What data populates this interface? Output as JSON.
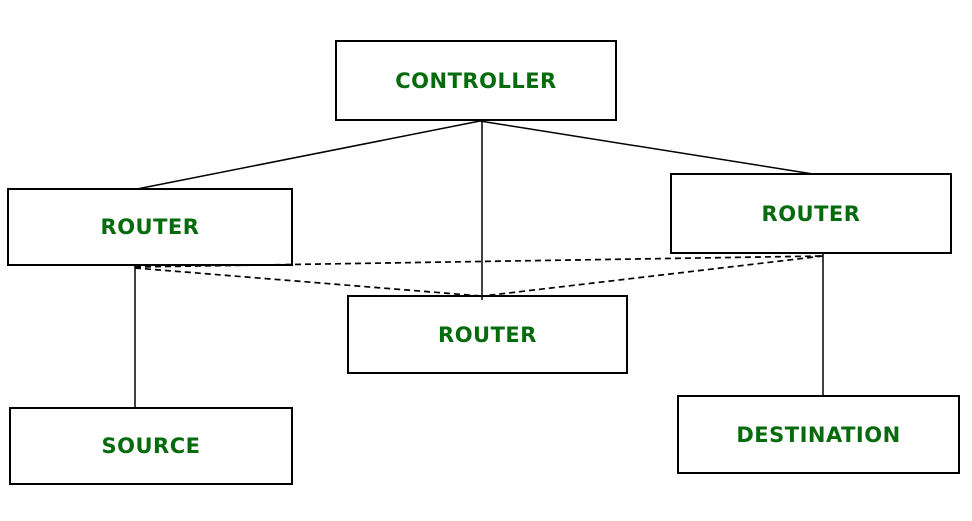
{
  "diagram": {
    "type": "network-topology",
    "nodes": {
      "controller": {
        "label": "CONTROLLER"
      },
      "router_left": {
        "label": "ROUTER"
      },
      "router_middle": {
        "label": "ROUTER"
      },
      "router_right": {
        "label": "ROUTER"
      },
      "source": {
        "label": "SOURCE"
      },
      "destination": {
        "label": "DESTINATION"
      }
    },
    "edges": [
      {
        "from": "controller",
        "to": "router_left",
        "style": "solid"
      },
      {
        "from": "controller",
        "to": "router_middle",
        "style": "solid"
      },
      {
        "from": "controller",
        "to": "router_right",
        "style": "solid"
      },
      {
        "from": "router_left",
        "to": "source",
        "style": "solid"
      },
      {
        "from": "router_right",
        "to": "destination",
        "style": "solid"
      },
      {
        "from": "router_left",
        "to": "router_right",
        "style": "dashed"
      },
      {
        "from": "router_left",
        "to": "router_middle",
        "style": "dashed"
      },
      {
        "from": "router_right",
        "to": "router_middle",
        "style": "dashed"
      }
    ],
    "colors": {
      "label_green": "#066b0c",
      "line_black": "#000000",
      "background": "#ffffff"
    }
  }
}
